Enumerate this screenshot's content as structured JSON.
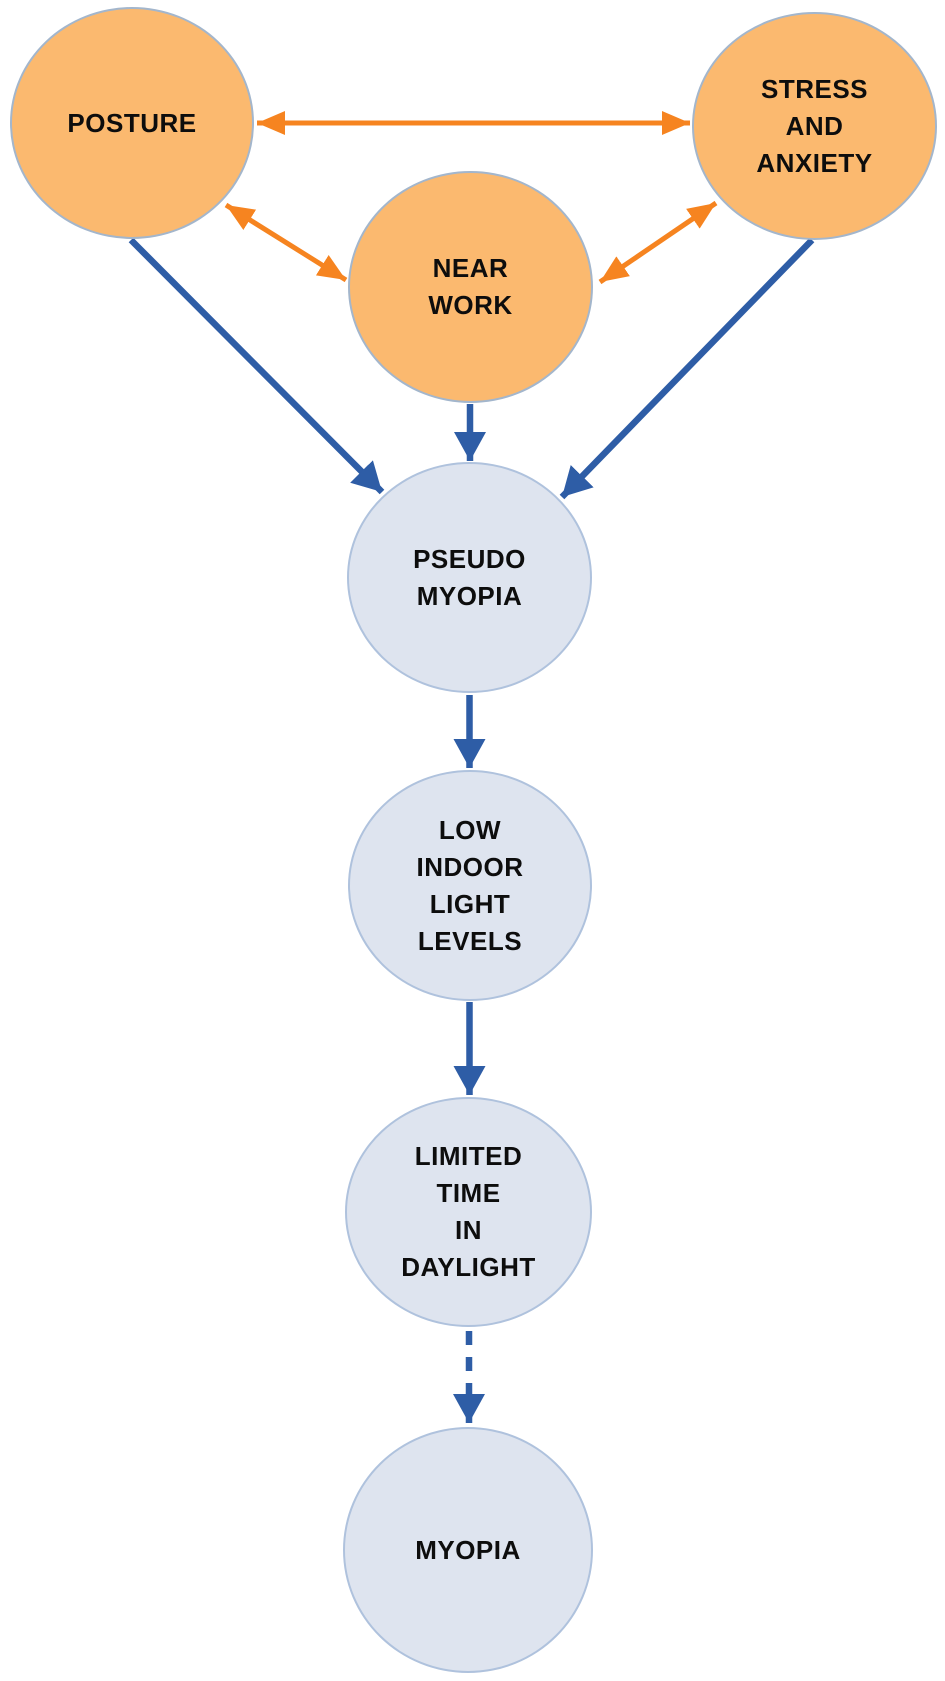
{
  "figure": {
    "nodes": [
      {
        "id": "posture",
        "label": "POSTURE",
        "group": "behavioral-factor"
      },
      {
        "id": "stress",
        "label": "STRESS\nAND\nANXIETY",
        "group": "behavioral-factor"
      },
      {
        "id": "nearwork",
        "label": "NEAR\nWORK",
        "group": "behavioral-factor"
      },
      {
        "id": "pseudomyopia",
        "label": "PSEUDO\nMYOPIA",
        "group": "outcome"
      },
      {
        "id": "lowlight",
        "label": "LOW\nINDOOR\nLIGHT\nLEVELS",
        "group": "outcome"
      },
      {
        "id": "daylight",
        "label": "LIMITED\nTIME\nIN\nDAYLIGHT",
        "group": "outcome"
      },
      {
        "id": "myopia",
        "label": "MYOPIA",
        "group": "outcome"
      }
    ],
    "edges": [
      {
        "from": "posture",
        "to": "stress",
        "direction": "both",
        "style": "solid",
        "color": "orange"
      },
      {
        "from": "posture",
        "to": "nearwork",
        "direction": "both",
        "style": "solid",
        "color": "orange"
      },
      {
        "from": "nearwork",
        "to": "stress",
        "direction": "both",
        "style": "solid",
        "color": "orange"
      },
      {
        "from": "posture",
        "to": "pseudomyopia",
        "direction": "forward",
        "style": "solid",
        "color": "blue"
      },
      {
        "from": "nearwork",
        "to": "pseudomyopia",
        "direction": "forward",
        "style": "solid",
        "color": "blue"
      },
      {
        "from": "stress",
        "to": "pseudomyopia",
        "direction": "forward",
        "style": "solid",
        "color": "blue"
      },
      {
        "from": "pseudomyopia",
        "to": "lowlight",
        "direction": "forward",
        "style": "solid",
        "color": "blue"
      },
      {
        "from": "lowlight",
        "to": "daylight",
        "direction": "forward",
        "style": "solid",
        "color": "blue"
      },
      {
        "from": "daylight",
        "to": "myopia",
        "direction": "forward",
        "style": "dashed",
        "color": "blue"
      }
    ],
    "colors": {
      "node_orange_fill": "#FBB96F",
      "node_orange_border": "#A3B6CC",
      "node_light_fill": "#DEE4EF",
      "node_light_border": "#AFC2DD",
      "arrow_orange": "#F68420",
      "arrow_blue": "#2E5DA6",
      "label_text": "#0D0D0D",
      "background": "#FFFFFF"
    }
  }
}
